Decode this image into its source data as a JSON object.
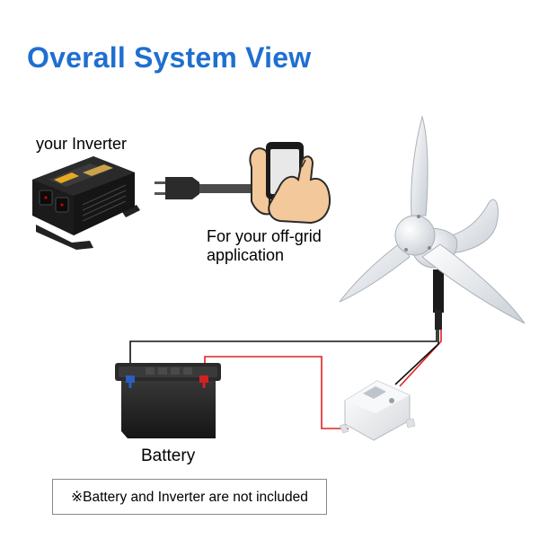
{
  "title": "Overall System View",
  "labels": {
    "inverter": "your Inverter",
    "application_line1": "For your off-grid",
    "application_line2": "application",
    "battery": "Battery"
  },
  "note": "※Battery and Inverter are not included",
  "colors": {
    "title": "#1f6fd1",
    "wire_red": "#e02020",
    "wire_black": "#111111",
    "skin": "#f3c89a",
    "phone": "#1a1a1a"
  },
  "icons": [
    "inverter-icon",
    "plug-icon",
    "phone-in-hand-icon",
    "wind-turbine-icon",
    "battery-icon",
    "controller-icon"
  ]
}
